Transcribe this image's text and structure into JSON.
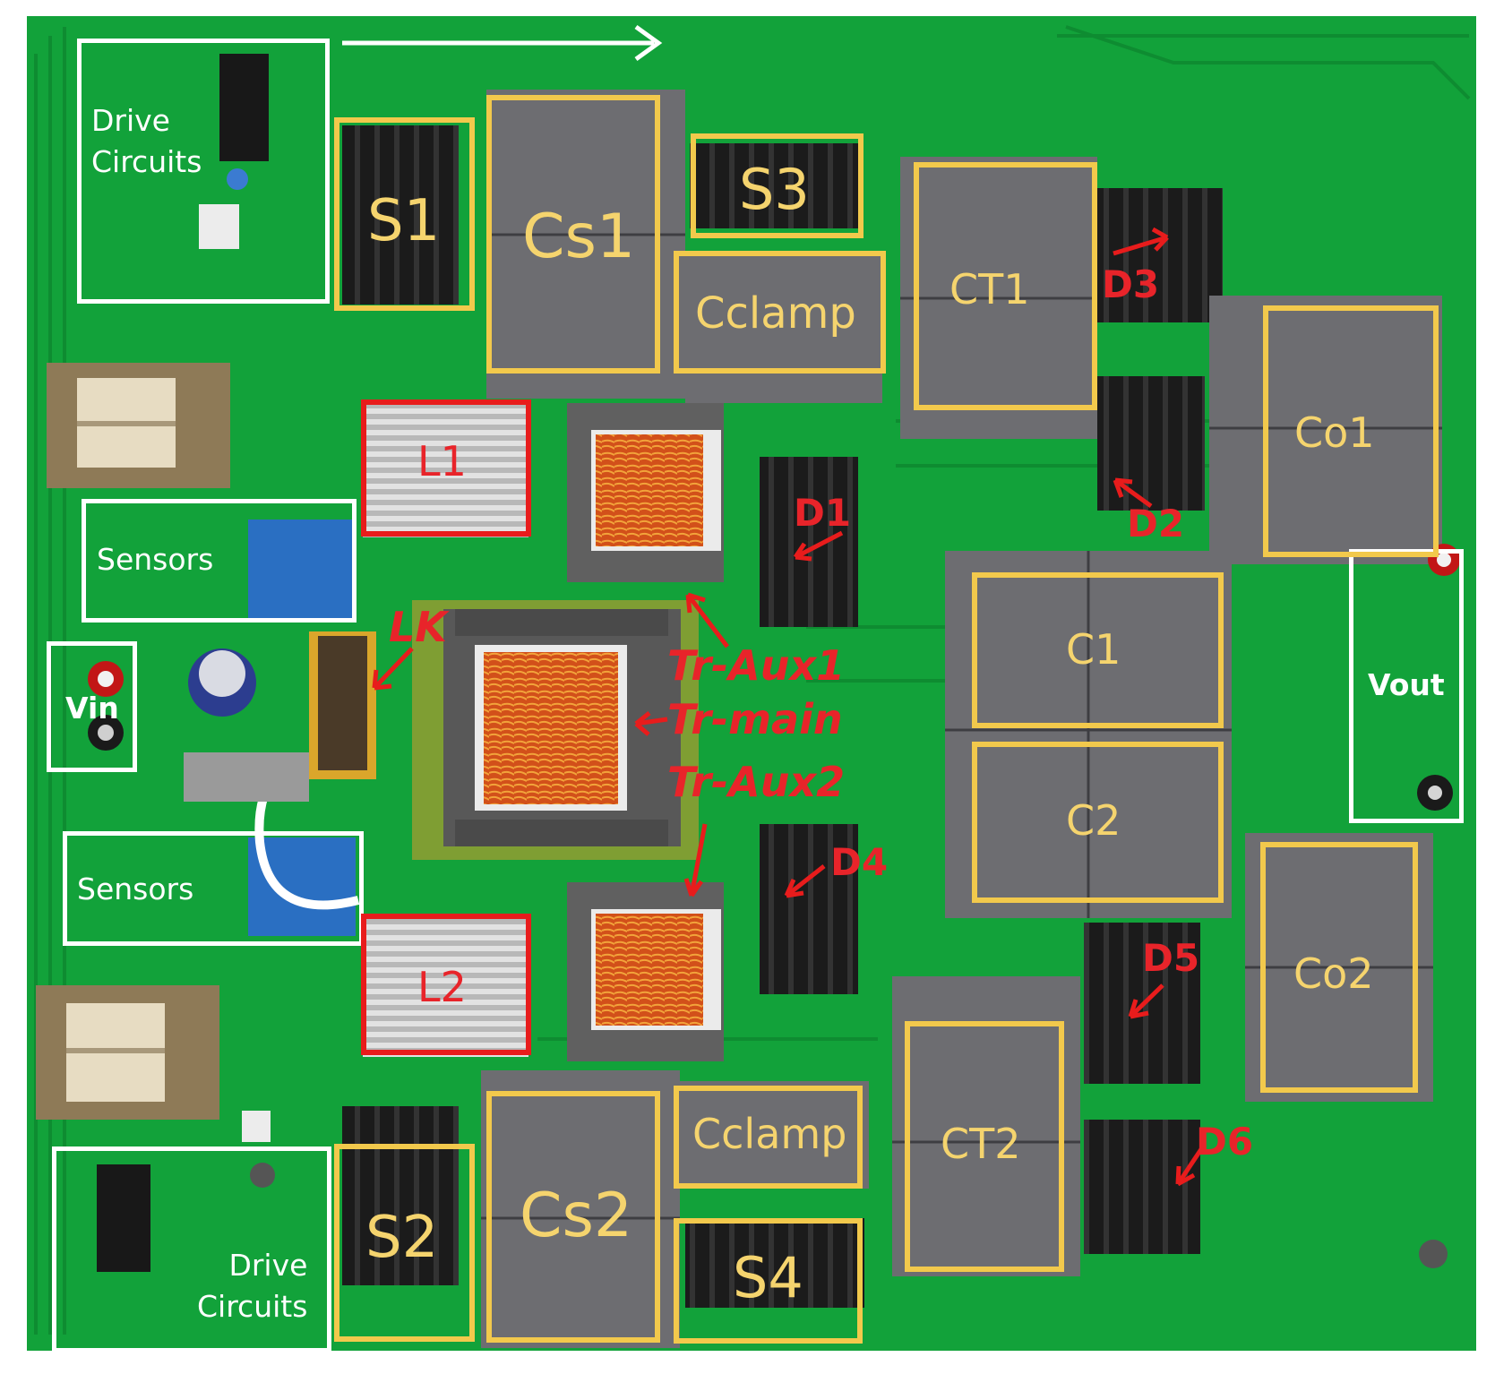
{
  "labels": {
    "drive_top_line1": "Drive",
    "drive_top_line2": "Circuits",
    "drive_bottom_line1": "Drive",
    "drive_bottom_line2": "Circuits",
    "sensors_top": "Sensors",
    "sensors_bottom": "Sensors",
    "vin": "Vin",
    "vout": "Vout",
    "s1": "S1",
    "s2": "S2",
    "s3": "S3",
    "s4": "S4",
    "cs1": "Cs1",
    "cs2": "Cs2",
    "cclamp_top": "Cclamp",
    "cclamp_bottom": "Cclamp",
    "ct1": "CT1",
    "ct2": "CT2",
    "co1": "Co1",
    "co2": "Co2",
    "c1": "C1",
    "c2": "C2",
    "l1": "L1",
    "l2": "L2",
    "lk": "LK",
    "d1": "D1",
    "d2": "D2",
    "d3": "D3",
    "d4": "D4",
    "d5": "D5",
    "d6": "D6",
    "tr_aux1": "Tr-Aux1",
    "tr_main": "Tr-main",
    "tr_aux2": "Tr-Aux2"
  },
  "colors": {
    "pcb": "#12a23a",
    "pcb_dark": "#0c7a2a",
    "white_box": "#ffffff",
    "yellow_box": "#f2c94c",
    "red_box": "#e81c1c",
    "red_text": "#e8242a",
    "capacitor_gray": "#6d6d71",
    "heatsink": "#1d1d1d",
    "copper": "#d9541a"
  }
}
